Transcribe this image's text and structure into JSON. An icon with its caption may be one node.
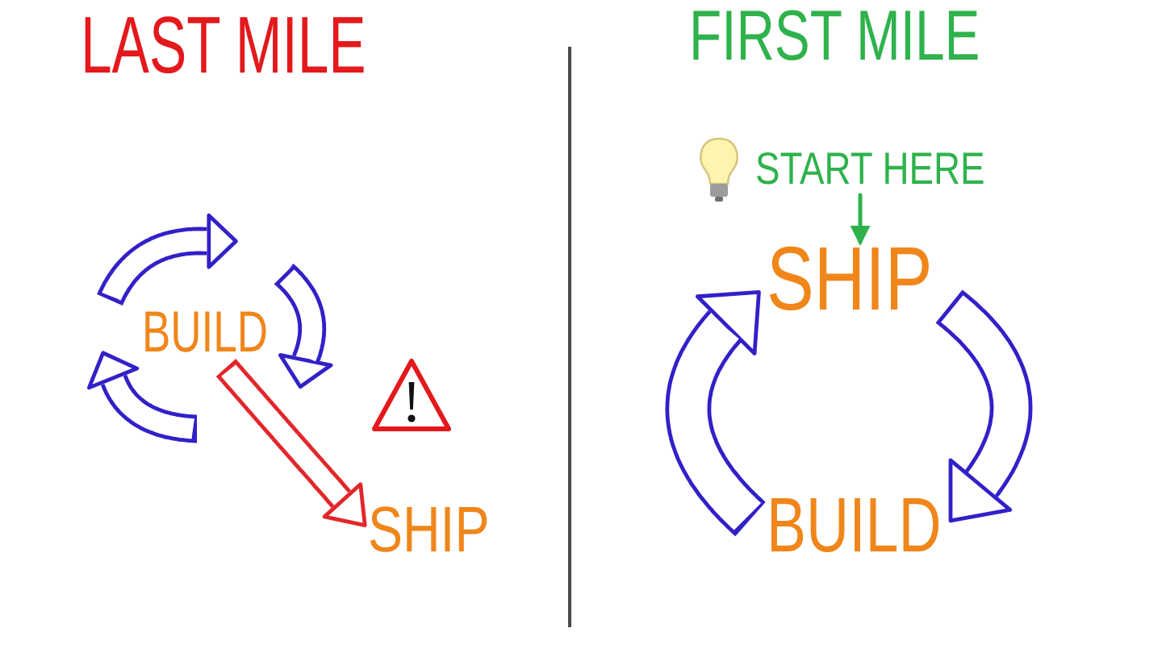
{
  "diagram": {
    "nodes": [
      {
        "text": [
          "BUILD"
        ]
      },
      {
        "text": [
          "SHIP"
        ]
      },
      {
        "text": [
          "START HERE"
        ]
      },
      {
        "text": [
          "SHIP"
        ]
      },
      {
        "text": [
          "BUILD"
        ]
      }
    ],
    "edges": [
      {
        "from": 0,
        "to": 0,
        "arrow": "to"
      },
      {
        "from": 0,
        "to": 0,
        "arrow": "to"
      },
      {
        "from": 0,
        "to": 0,
        "arrow": "to"
      },
      {
        "from": 0,
        "to": 1,
        "arrow": "to",
        "color": "#e3262b"
      },
      {
        "from": 2,
        "to": 3,
        "arrow": "to",
        "color": "#2fb24c"
      },
      {
        "from": 3,
        "to": 4,
        "arrow": "to"
      },
      {
        "from": 4,
        "to": 3,
        "arrow": "to"
      }
    ],
    "labels": [
      "LAST MILE",
      "FIRST MILE"
    ]
  }
}
